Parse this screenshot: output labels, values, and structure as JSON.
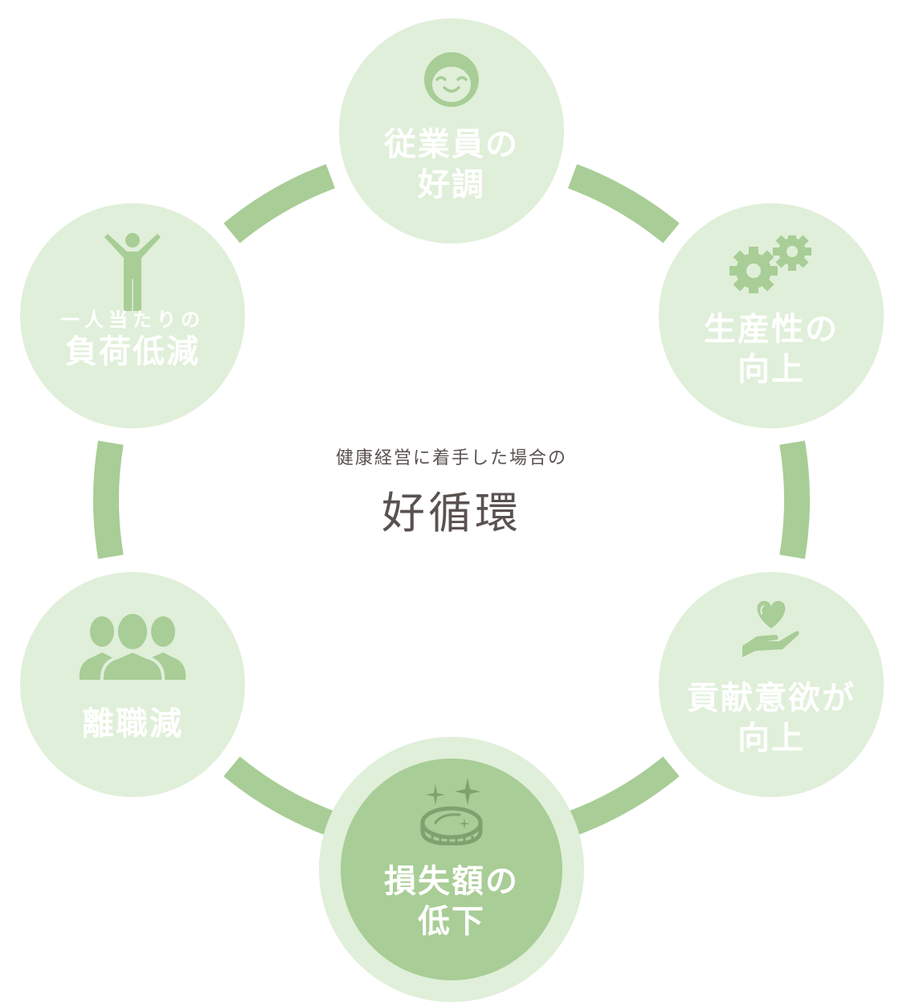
{
  "colors": {
    "ring": "#a8cd96",
    "node_fill": "#e0efd9",
    "node_highlight": "#a8cd96",
    "icon": "#a8cd96",
    "icon_dark": "#7fa06f",
    "node_text": "#ffffff",
    "center_text": "#5a5250"
  },
  "center": {
    "subtitle": "健康経営に着手した場合の",
    "title": "好循環"
  },
  "nodes": [
    {
      "id": "top",
      "icon": "smiling-face-icon",
      "line1": "従業員の",
      "line2": "好調"
    },
    {
      "id": "top-right",
      "icon": "gears-icon",
      "line1": "生産性の",
      "line2": "向上"
    },
    {
      "id": "bottom-right",
      "icon": "heart-in-hand-icon",
      "line1": "貢献意欲が",
      "line2": "向上"
    },
    {
      "id": "bottom",
      "icon": "coin-sparkle-icon",
      "line1": "損失額の",
      "line2": "低下",
      "highlighted": true
    },
    {
      "id": "bottom-left",
      "icon": "group-people-icon",
      "line1": "離職減"
    },
    {
      "id": "top-left",
      "icon": "person-arms-raised-icon",
      "line1": "一人当たりの",
      "line2": "負荷低減"
    }
  ]
}
